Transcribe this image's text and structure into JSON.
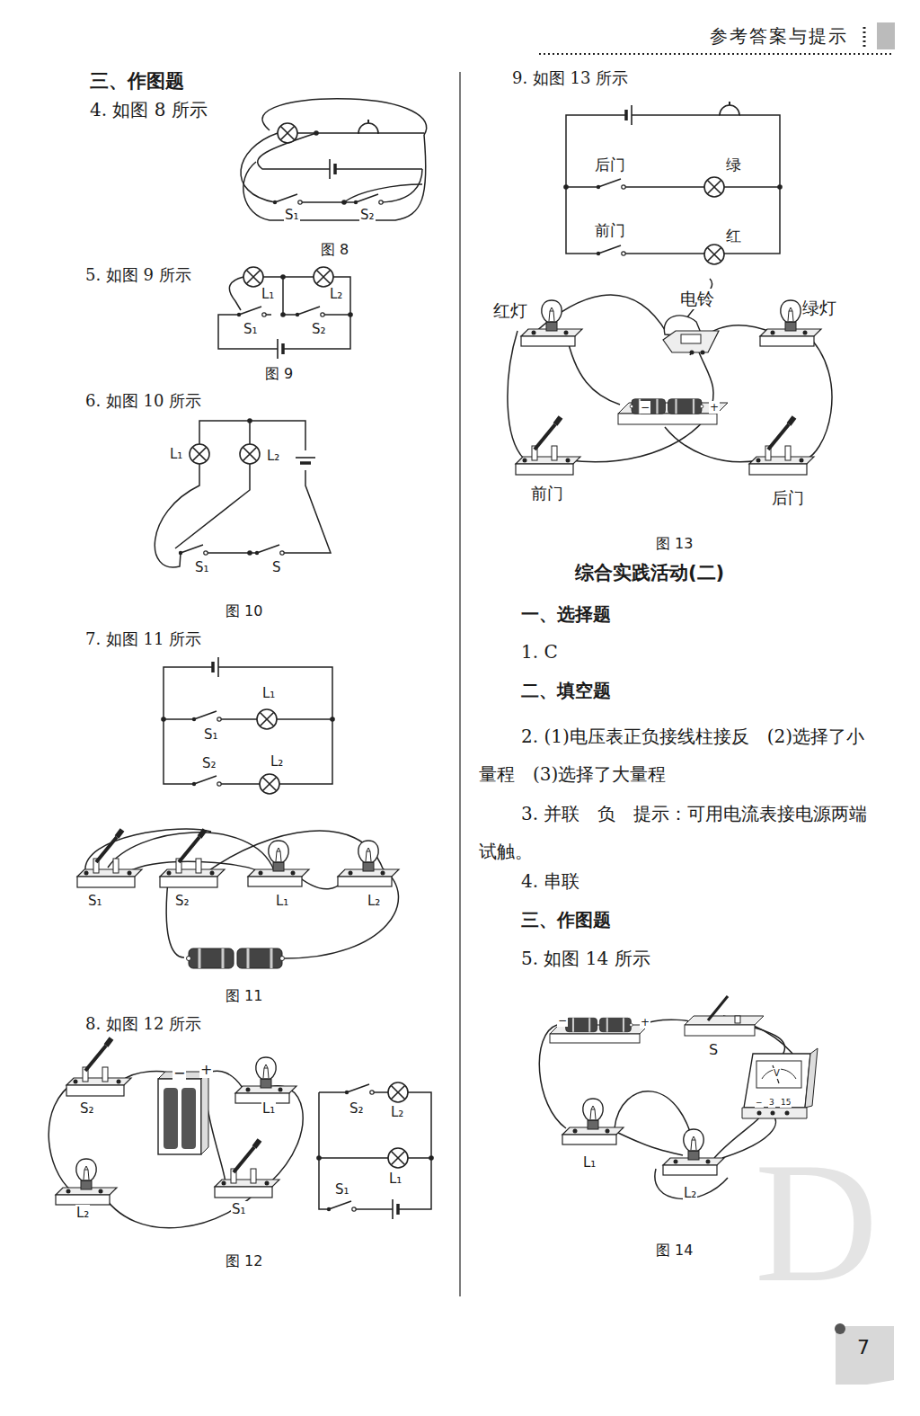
{
  "diagram": {
    "labels": [
      "参考答案与提示",
      "三、作图题",
      "4. 如图 8 所示",
      "S₁",
      "S₂",
      "图 8",
      "5. 如图 9 所示",
      "L₁",
      "L₂",
      "S₁",
      "S₂",
      "图 9",
      "6. 如图 10 所示",
      "L₁",
      "L₂",
      "S₁",
      "S",
      "图 10",
      "7. 如图 11 所示",
      "L₁",
      "S₁",
      "S₂",
      "L₂",
      "S₁",
      "S₂",
      "L₁",
      "L₂",
      "图 11",
      "8. 如图 12 所示",
      "S₂",
      "−",
      "+",
      "L₁",
      "L₂",
      "S₁",
      "S₂",
      "L₂",
      "L₁",
      "S₁",
      "图 12",
      "9. 如图 13 所示",
      "后门",
      "绿",
      "前门",
      "红",
      "红灯",
      "电铃",
      "绿灯",
      "−",
      "+",
      "前门",
      "后门",
      "图 13",
      "综合实践活动(二)",
      "一、选择题",
      "1. C",
      "二、填空题",
      "2. (1)电压表正负接线柱接反　(2)选择了小量程　(3)选择了大量程",
      "3. 并联　负　提示：可用电流表接电源两端试触。",
      "4. 串联",
      "三、作图题",
      "5. 如图 14 所示",
      "−",
      "+",
      "S",
      "V",
      "−",
      "3",
      "15",
      "L₁",
      "L₂",
      "图 14",
      "D",
      "7"
    ]
  }
}
